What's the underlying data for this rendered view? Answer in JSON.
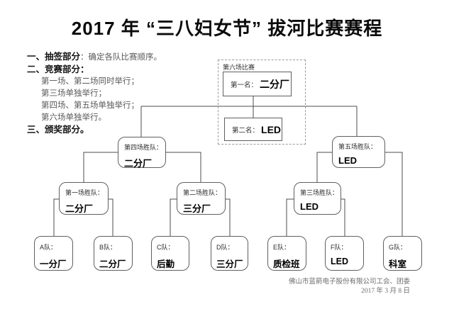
{
  "title": "2017 年 “三八妇女节” 拔河比赛赛程",
  "notes": {
    "section1": {
      "label": "一、抽签部分",
      "text": "：确定各队比赛顺序。"
    },
    "section2": {
      "label": "二、竞赛部分：",
      "lines": [
        "第一场、第二场同时举行；",
        "第三场单独举行；",
        "第四场、第五场单独举行；",
        "第六场单独举行。"
      ]
    },
    "section3": {
      "label": "三、颁奖部分。"
    }
  },
  "final": {
    "group_label": "第六场比赛",
    "first": {
      "label": "第一名：",
      "team": "二分厂"
    },
    "second": {
      "label": "第二名：",
      "team": "LED"
    }
  },
  "semifinals": [
    {
      "label": "第四场胜队：",
      "team": "二分厂"
    },
    {
      "label": "第五场胜队：",
      "team": "LED"
    }
  ],
  "round1": [
    {
      "label": "第一场胜队：",
      "team": "二分厂"
    },
    {
      "label": "第二场胜队：",
      "team": "三分厂"
    },
    {
      "label": "第三场胜队：",
      "team": "LED"
    }
  ],
  "teams": [
    {
      "label": "A队：",
      "name": "一分厂"
    },
    {
      "label": "B队：",
      "name": "二分厂"
    },
    {
      "label": "C队：",
      "name": "后勤"
    },
    {
      "label": "D队：",
      "name": "三分厂"
    },
    {
      "label": "E队：",
      "name": "质检班"
    },
    {
      "label": "F队：",
      "name": "LED"
    },
    {
      "label": "G队：",
      "name": "科室"
    }
  ],
  "footer": {
    "organizer": "佛山市蓝箭电子股份有限公司工会、团委",
    "date": "2017 年 3 月 8 日"
  },
  "colors": {
    "background": "#ffffff",
    "text": "#111111",
    "line": "#4d4d4d",
    "muted_text": "#5a5a5a"
  }
}
